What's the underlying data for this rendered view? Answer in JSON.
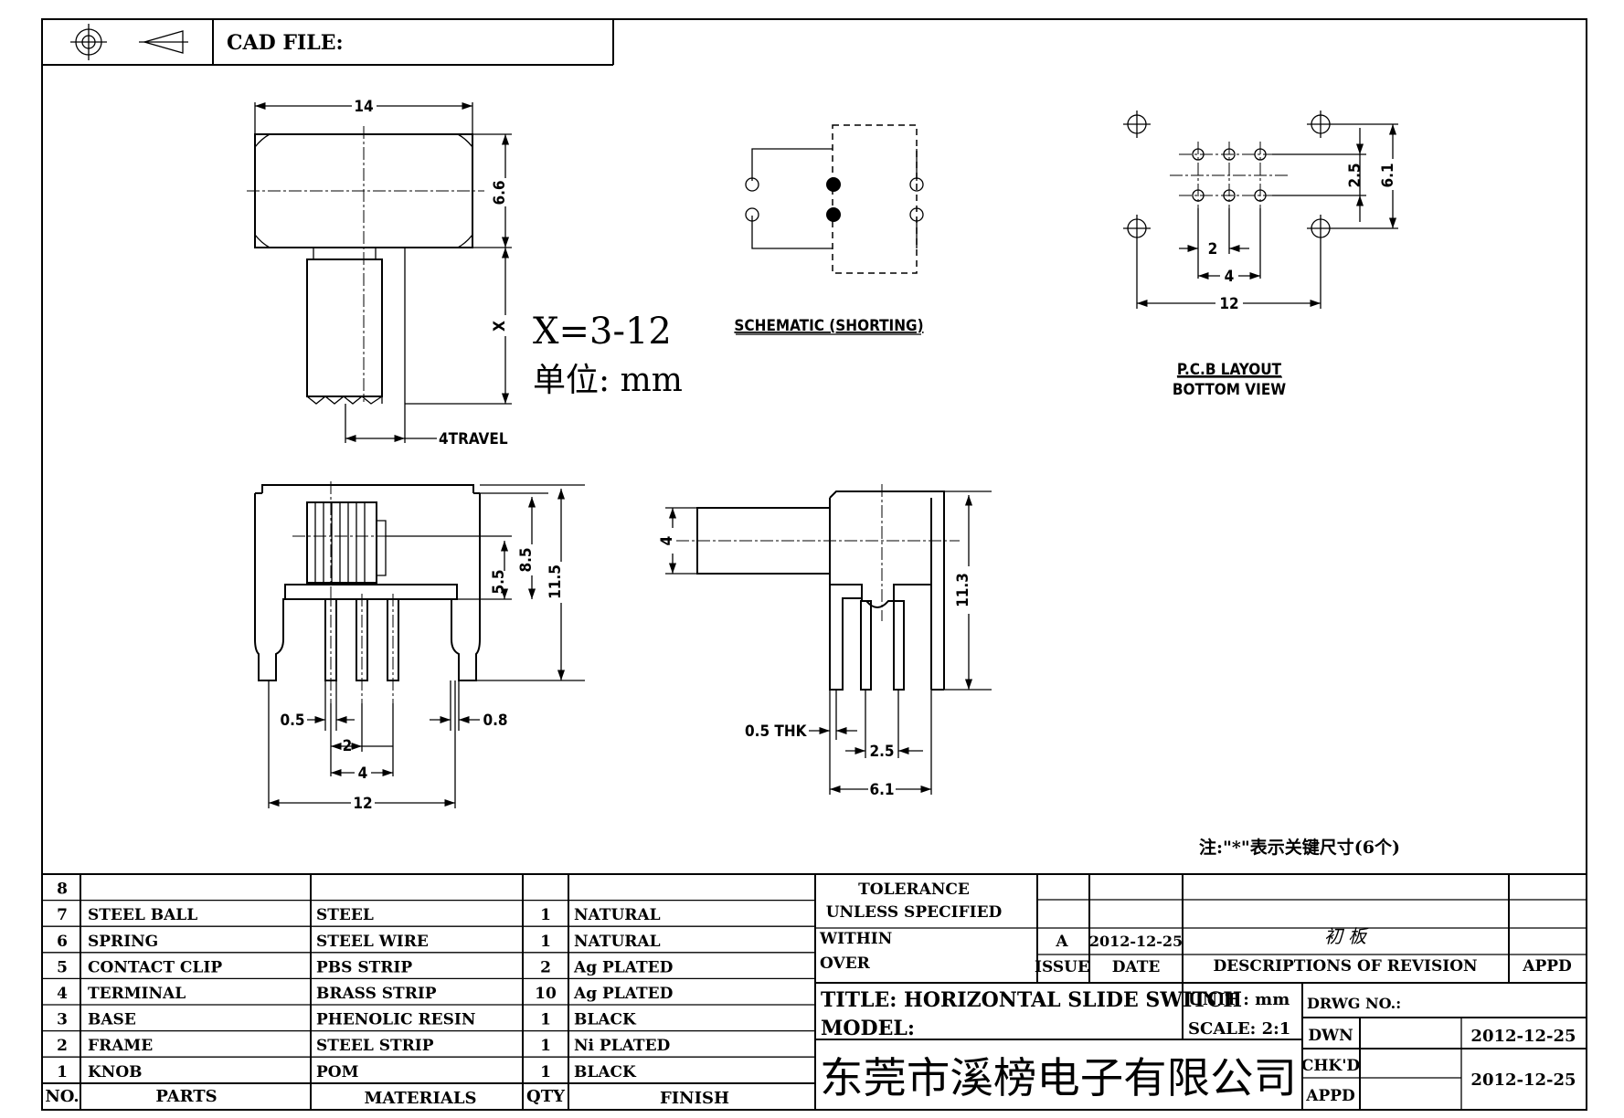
{
  "header": {
    "cad_file_label": "CAD FILE:"
  },
  "top_view": {
    "dim_width": "14",
    "dim_height": "6.6",
    "dim_x": "X",
    "travel": "4TRAVEL"
  },
  "note_x": "X=3-12",
  "note_unit": "单位: mm",
  "schematic_label": "SCHEMATIC (SHORTING)",
  "pcb": {
    "title": "P.C.B LAYOUT",
    "subtitle": "BOTTOM VIEW",
    "dim_25": "2.5",
    "dim_61": "6.1",
    "dim_2": "2",
    "dim_4": "4",
    "dim_12": "12"
  },
  "front_view": {
    "dim_55": "5.5",
    "dim_85": "8.5",
    "dim_115": "11.5",
    "dim_05": "0.5",
    "dim_08": "0.8",
    "dim_2": "2",
    "dim_4": "4",
    "dim_12": "12"
  },
  "side_view": {
    "dim_4": "4",
    "dim_113": "11.3",
    "thk": "0.5 THK",
    "dim_25": "2.5",
    "dim_61": "6.1"
  },
  "key_note": "注:\"*\"表示关键尺寸(6个)",
  "bom": {
    "rows": [
      {
        "no": "8",
        "part": "",
        "material": "",
        "qty": "",
        "finish": ""
      },
      {
        "no": "7",
        "part": "STEEL BALL",
        "material": "STEEL",
        "qty": "1",
        "finish": "NATURAL"
      },
      {
        "no": "6",
        "part": "SPRING",
        "material": "STEEL WIRE",
        "qty": "1",
        "finish": "NATURAL"
      },
      {
        "no": "5",
        "part": "CONTACT CLIP",
        "material": "PBS STRIP",
        "qty": "2",
        "finish": "Ag PLATED"
      },
      {
        "no": "4",
        "part": "TERMINAL",
        "material": "BRASS STRIP",
        "qty": "10",
        "finish": "Ag PLATED"
      },
      {
        "no": "3",
        "part": "BASE",
        "material": "PHENOLIC RESIN",
        "qty": "1",
        "finish": "BLACK"
      },
      {
        "no": "2",
        "part": "FRAME",
        "material": "STEEL STRIP",
        "qty": "1",
        "finish": "Ni PLATED"
      },
      {
        "no": "1",
        "part": "KNOB",
        "material": "POM",
        "qty": "1",
        "finish": "BLACK"
      }
    ],
    "headers": {
      "no": "NO.",
      "parts": "PARTS",
      "materials": "MATERIALS",
      "qty": "QTY",
      "finish": "FINISH"
    }
  },
  "title_block": {
    "tolerance_1": "TOLERANCE",
    "tolerance_2": "UNLESS SPECIFIED",
    "within": "WITHIN",
    "over": "OVER",
    "issue_val": "A",
    "date_val": "2012-12-25",
    "issue_label": "ISSUE",
    "date_label": "DATE",
    "revision_note": "初 板",
    "desc_label": "DESCRIPTIONS OF REVISION",
    "appd_label": "APPD",
    "title": "TITLE: HORIZONTAL SLIDE SWITCH",
    "unit": "UNIT : mm",
    "drwg_no": "DRWG NO.:",
    "model": "MODEL:",
    "scale": "SCALE: 2:1",
    "dwn": "DWN",
    "dwn_date": "2012-12-25",
    "chkd": "CHK'D",
    "appd": "APPD",
    "chk_date": "2012-12-25",
    "company": "东莞市溪榜电子有限公司"
  }
}
